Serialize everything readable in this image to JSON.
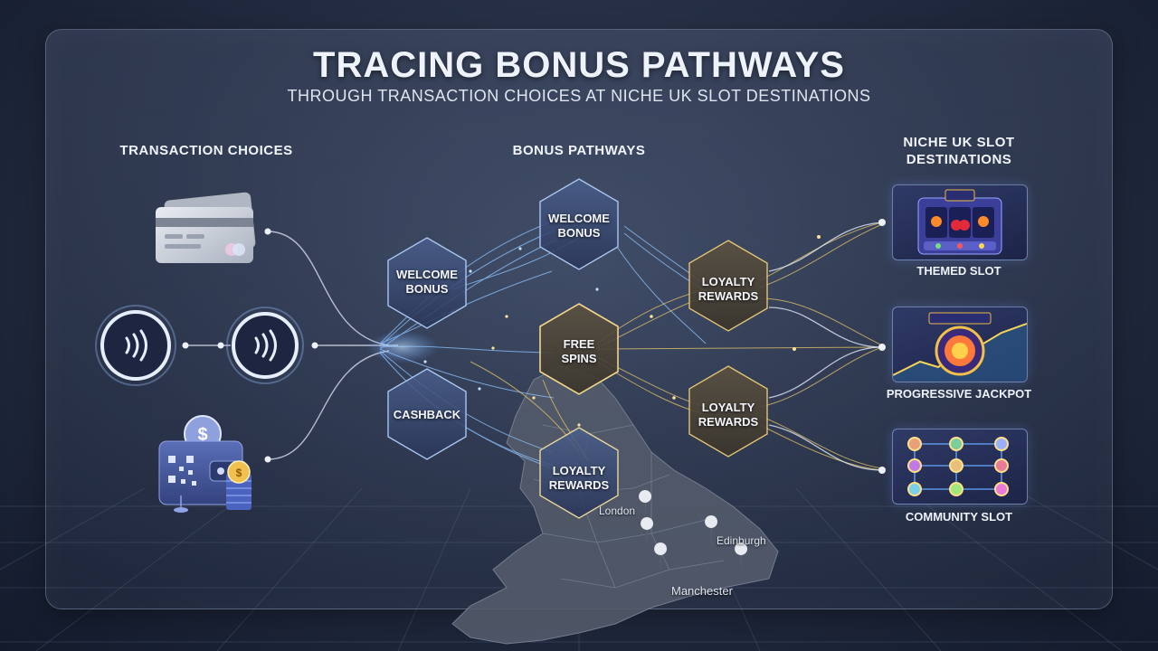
{
  "title": "TRACING BONUS PATHWAYS",
  "subtitle": "THROUGH TRANSACTION CHOICES AT NICHE UK SLOT DESTINATIONS",
  "columns": {
    "transaction": "TRANSACTION CHOICES",
    "bonus": "BONUS PATHWAYS",
    "destinations_line1": "NICHE UK SLOT",
    "destinations_line2": "DESTINATIONS"
  },
  "transaction_choices": [
    {
      "icon": "credit-card-icon"
    },
    {
      "icon": "contactless-icon"
    },
    {
      "icon": "contactless-icon"
    },
    {
      "icon": "digital-wallet-icon"
    }
  ],
  "bonus_nodes": [
    {
      "line1": "WELCOME",
      "line2": "BONUS",
      "tone": "blue"
    },
    {
      "line1": "WELCOME",
      "line2": "BONUS",
      "tone": "blue"
    },
    {
      "line1": "CASHBACK",
      "line2": "",
      "tone": "blue"
    },
    {
      "line1": "FREE",
      "line2": "SPINS",
      "tone": "gold"
    },
    {
      "line1": "LOYALTY",
      "line2": "REWARDS",
      "tone": "gold"
    },
    {
      "line1": "LOYALTY",
      "line2": "REWARDS",
      "tone": "gold"
    },
    {
      "line1": "LOYALTY",
      "line2": "REWARDS",
      "tone": "gold"
    }
  ],
  "destinations": [
    {
      "label": "THEMED SLOT",
      "icon": "slot-machine-icon"
    },
    {
      "label": "PROGRESSIVE JACKPOT",
      "icon": "jackpot-wheel-icon"
    },
    {
      "label": "COMMUNITY SLOT",
      "icon": "community-network-icon"
    }
  ],
  "map": {
    "cities": [
      "London",
      "Edinburgh",
      "Manchester"
    ]
  },
  "colors": {
    "blue_flow": "#8fc4ff",
    "gold_flow": "#e8c56a",
    "background": "#222b40"
  }
}
